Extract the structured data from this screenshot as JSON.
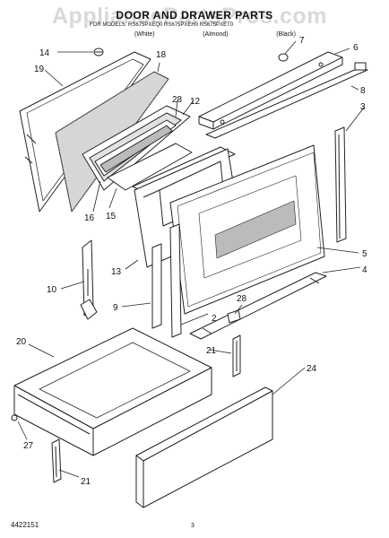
{
  "watermark": "AppliancePartsPros.com",
  "header": {
    "title": "DOOR AND DRAWER PARTS",
    "models": "FOR MODELS: RS675PXEQ0 RS675PXEH0 RS675PXET0",
    "variants": [
      "(White)",
      "(Almond)",
      "(Black)"
    ]
  },
  "callouts": [
    "14",
    "19",
    "18",
    "7",
    "6",
    "28",
    "12",
    "8",
    "3",
    "16",
    "15",
    "13",
    "5",
    "10",
    "4",
    "9",
    "28",
    "2",
    "21",
    "20",
    "24",
    "27",
    "21"
  ],
  "footer": {
    "doc_number": "4422151",
    "page_number": "3"
  }
}
